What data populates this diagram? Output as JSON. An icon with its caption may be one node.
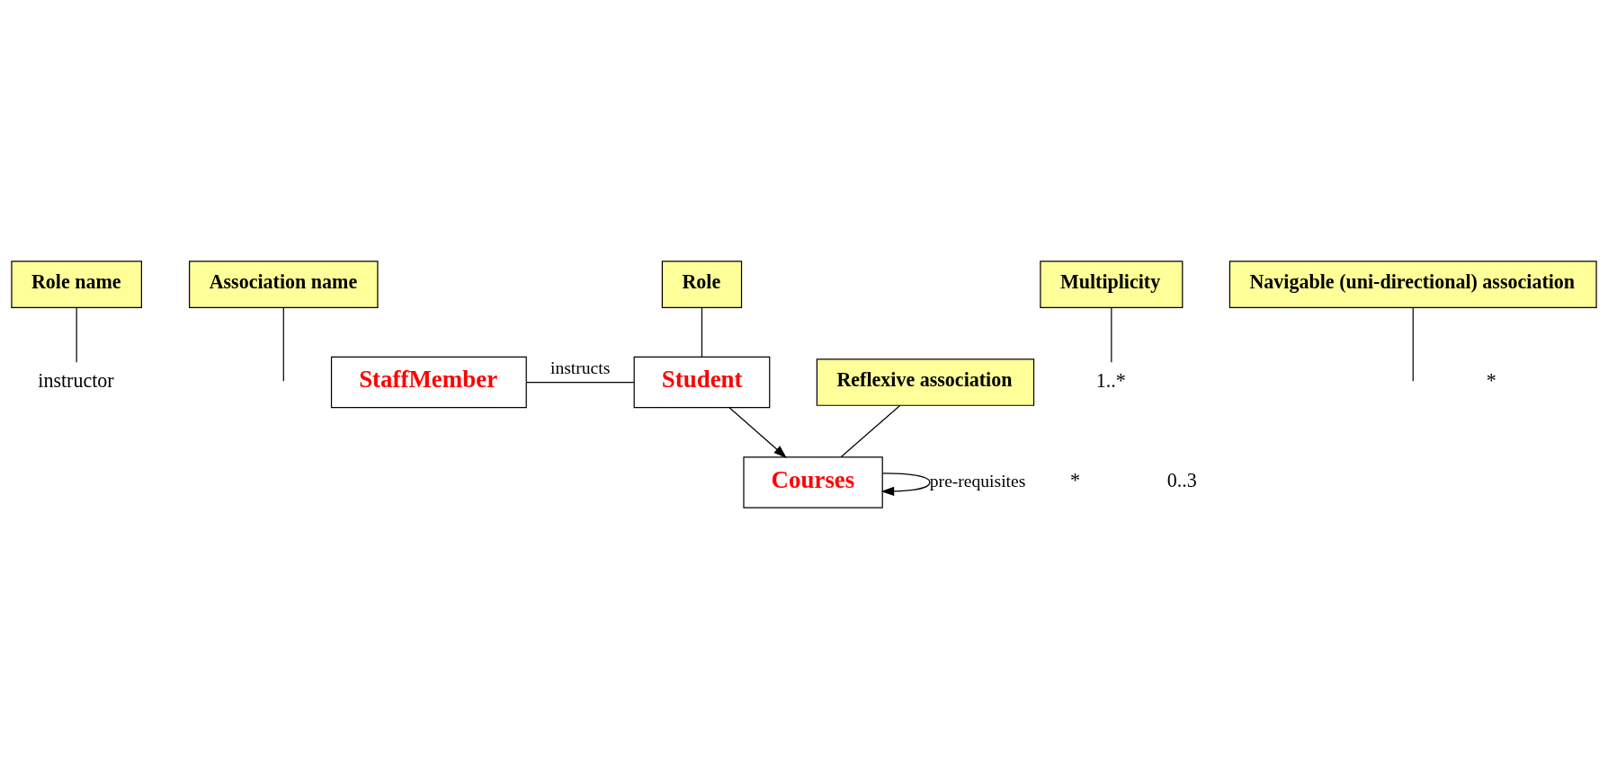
{
  "diagram": {
    "nodes": [
      {
        "text": [
          "Role name"
        ]
      },
      {
        "text": [
          "Association name"
        ]
      },
      {
        "text": [
          "instructor"
        ]
      },
      {
        "text": [
          "StaffMember"
        ]
      },
      {
        "text": [
          "Student"
        ]
      },
      {
        "text": [
          "1..*"
        ]
      },
      {
        "text": [
          "Role"
        ]
      },
      {
        "text": [
          "Multiplicity"
        ]
      },
      {
        "text": [
          "Navigable (uni-directional) association"
        ]
      },
      {
        "text": [
          "Courses"
        ]
      },
      {
        "text": [
          "Reflexive association"
        ]
      }
    ],
    "edges": [
      {
        "from": 3,
        "to": 4,
        "arrow": "none",
        "label": "instructs"
      },
      {
        "from": 4,
        "to": 9,
        "arrow": "to"
      },
      {
        "from": 9,
        "to": 9,
        "arrow": "to",
        "label": "pre-requisites"
      },
      {
        "from": 0,
        "to": 2,
        "arrow": "none"
      },
      {
        "from": 1,
        "to": null,
        "arrow": "none"
      },
      {
        "from": 7,
        "to": 5,
        "arrow": "none"
      },
      {
        "from": 6,
        "to": 4,
        "arrow": "none"
      },
      {
        "from": 8,
        "to": null,
        "arrow": "none"
      },
      {
        "from": 10,
        "to": 9,
        "arrow": "none"
      }
    ],
    "labels": [
      "*",
      "*",
      "0..3"
    ]
  }
}
